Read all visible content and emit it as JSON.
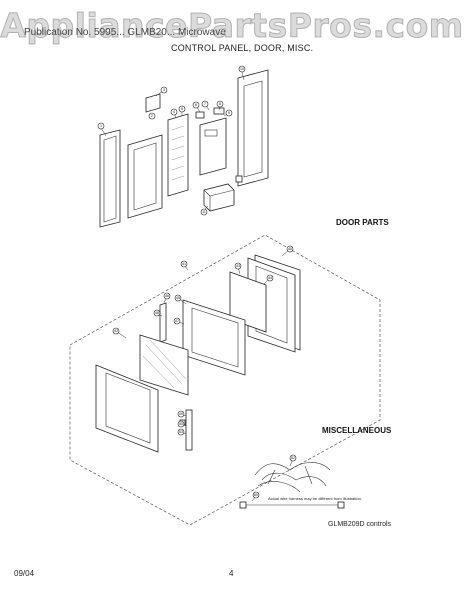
{
  "watermark": "AppliancePartsPros.com",
  "header": {
    "model": "Publication No. 5995... GLMB20... Microwave",
    "title": "CONTROL PANEL, DOOR, MISC."
  },
  "sections": {
    "door_parts": "DOOR PARTS",
    "miscellaneous": "MISCELLANEOUS"
  },
  "harness_note": "Actual wire harness may be different from illustration.",
  "controls_caption": "GLMB209D controls",
  "footer": {
    "date": "09/04",
    "page": "4"
  },
  "callouts": [
    {
      "id": "c-1",
      "label": "1"
    },
    {
      "id": "c-2",
      "label": "2"
    },
    {
      "id": "c-3",
      "label": "3"
    },
    {
      "id": "c-4",
      "label": "4"
    },
    {
      "id": "c-5",
      "label": "5"
    },
    {
      "id": "c-6",
      "label": "6"
    },
    {
      "id": "c-7",
      "label": "7"
    },
    {
      "id": "c-8",
      "label": "8"
    },
    {
      "id": "c-9",
      "label": "9"
    },
    {
      "id": "c-10",
      "label": "10"
    },
    {
      "id": "c-11",
      "label": "11"
    },
    {
      "id": "c-40",
      "label": "40"
    },
    {
      "id": "c-41",
      "label": "41"
    },
    {
      "id": "c-42",
      "label": "42"
    },
    {
      "id": "c-43",
      "label": "43"
    },
    {
      "id": "c-44",
      "label": "44"
    },
    {
      "id": "c-45",
      "label": "45"
    },
    {
      "id": "c-46",
      "label": "46"
    },
    {
      "id": "c-47",
      "label": "47"
    },
    {
      "id": "c-48",
      "label": "48"
    },
    {
      "id": "c-49",
      "label": "49"
    },
    {
      "id": "c-50",
      "label": "50"
    },
    {
      "id": "c-52",
      "label": "52"
    },
    {
      "id": "c-53",
      "label": "53"
    },
    {
      "id": "c-60",
      "label": "60"
    }
  ]
}
